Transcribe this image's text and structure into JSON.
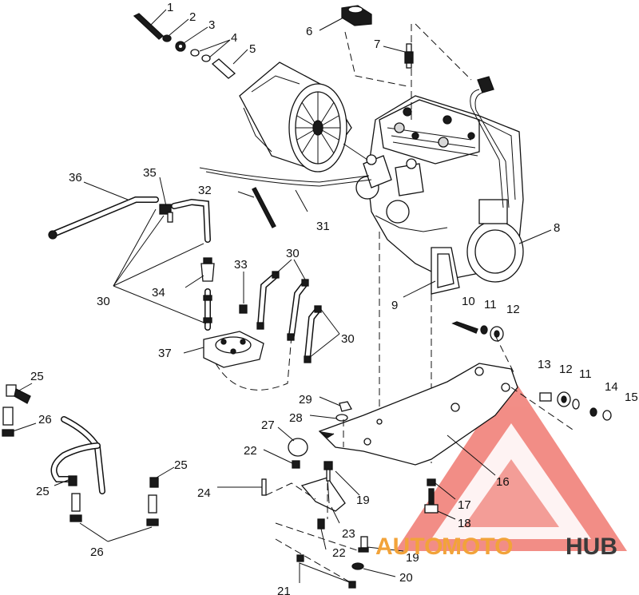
{
  "callouts": [
    "1",
    "2",
    "3",
    "4",
    "5",
    "6",
    "7",
    "8",
    "9",
    "10",
    "11",
    "12",
    "13",
    "12",
    "11",
    "14",
    "15",
    "16",
    "17",
    "18",
    "19",
    "19",
    "20",
    "21",
    "22",
    "22",
    "23",
    "24",
    "25",
    "25",
    "25",
    "26",
    "26",
    "27",
    "28",
    "29",
    "30",
    "30",
    "30",
    "31",
    "32",
    "33",
    "34",
    "35",
    "36",
    "37"
  ],
  "watermark": {
    "brand_part1": "AUTO",
    "brand_part2": "MOTO",
    "brand_part3": "HUB",
    "colors": {
      "orange": "#f2a33a",
      "grey": "#3a3a3a",
      "red": "#e8413c"
    }
  }
}
